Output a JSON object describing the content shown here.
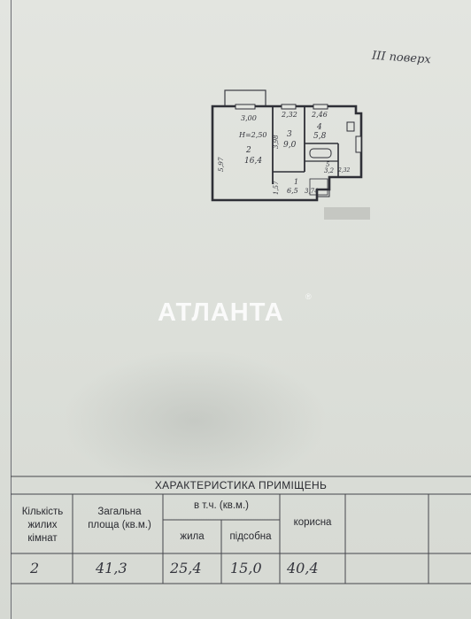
{
  "floor_label": "ІІІ поверх",
  "watermark": {
    "text": "АТЛАНТА",
    "mark": "®"
  },
  "plan": {
    "ceiling_height": "Н=2,50",
    "dims": [
      "3,00",
      "2,32",
      "2,46",
      "5,97",
      "3,98",
      "1,57",
      "3,74",
      "2,32"
    ],
    "rooms": [
      {
        "number": "2",
        "area": "16,4"
      },
      {
        "number": "3",
        "area": "9,0"
      },
      {
        "number": "4",
        "area": "5,8"
      },
      {
        "number": "1",
        "area": "6,5"
      },
      {
        "number": "5",
        "area": "3,2"
      }
    ]
  },
  "table": {
    "title": "ХАРАКТЕРИСТИКА ПРИМІЩЕНЬ",
    "headers": {
      "rooms_count": "Кількість жилих кімнат",
      "total_area": "Загальна площа (кв.м.)",
      "incl": "в т.ч. (кв.м.)",
      "living": "жила",
      "auxiliary": "підсобна",
      "useful": "корисна"
    },
    "values": {
      "rooms_count": "2",
      "total_area": "41,3",
      "living": "25,4",
      "auxiliary": "15,0",
      "useful": "40,4"
    }
  }
}
